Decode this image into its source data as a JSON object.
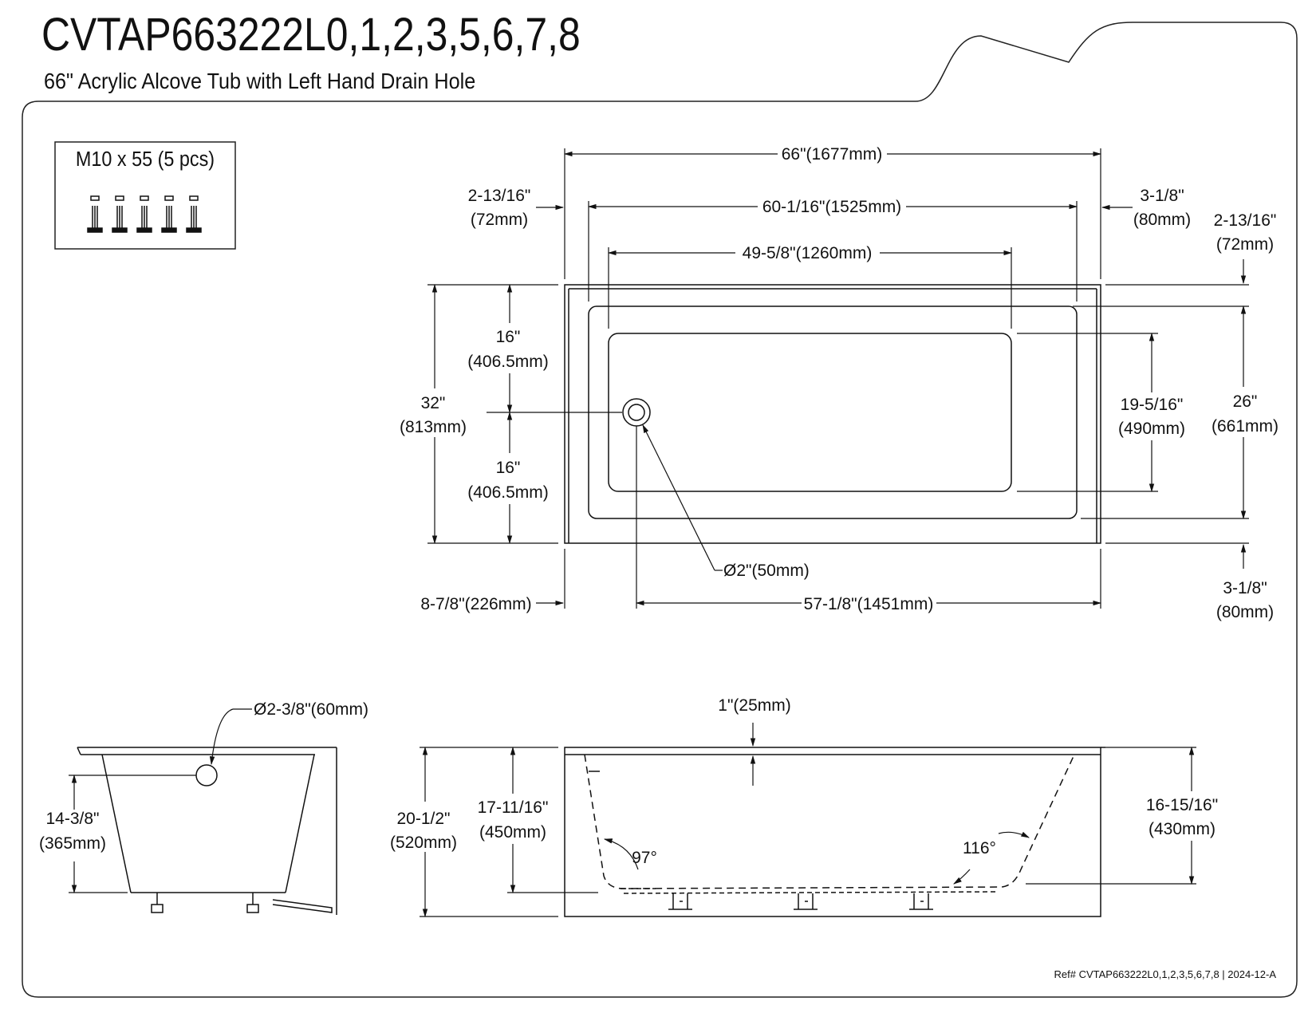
{
  "header": {
    "model": "CVTAP663222L0,1,2,3,5,6,7,8",
    "description": "66\" Acrylic Alcove Tub with Left Hand Drain Hole"
  },
  "hardware": {
    "label": "M10 x 55 (5 pcs)",
    "count": 5
  },
  "top_view": {
    "overall_length": "66\"(1677mm)",
    "inner_rim_length": "60-1/16\"(1525mm)",
    "basin_length": "49-5/8\"(1260mm)",
    "left_flange": {
      "in": "2-13/16\"",
      "mm": "(72mm)"
    },
    "right_flange": {
      "in": "3-1/8\"",
      "mm": "(80mm)"
    },
    "back_flange": {
      "in": "2-13/16\"",
      "mm": "(72mm)"
    },
    "front_flange": {
      "in": "3-1/8\"",
      "mm": "(80mm)"
    },
    "overall_width": {
      "in": "32\"",
      "mm": "(813mm)"
    },
    "half_width_top": {
      "in": "16\"",
      "mm": "(406.5mm)"
    },
    "half_width_bottom": {
      "in": "16\"",
      "mm": "(406.5mm)"
    },
    "basin_width": {
      "in": "19-5/16\"",
      "mm": "(490mm)"
    },
    "inner_width": {
      "in": "26\"",
      "mm": "(661mm)"
    },
    "drain_diameter": "Ø2\"(50mm)",
    "drain_offset": "8-7/8\"(226mm)",
    "drain_to_end": "57-1/8\"(1451mm)"
  },
  "side_view": {
    "overflow_diameter": "Ø2-3/8\"(60mm)",
    "overflow_height": {
      "in": "14-3/8\"",
      "mm": "(365mm)"
    }
  },
  "front_view": {
    "rim_thickness": "1\"(25mm)",
    "overall_height": {
      "in": "20-1/2\"",
      "mm": "(520mm)"
    },
    "left_depth": {
      "in": "17-11/16\"",
      "mm": "(450mm)"
    },
    "right_depth": {
      "in": "16-15/16\"",
      "mm": "(430mm)"
    },
    "left_angle": "97°",
    "right_angle": "116°"
  },
  "footer": {
    "reference": "Ref# CVTAP663222L0,1,2,3,5,6,7,8 | 2024-12-A"
  }
}
